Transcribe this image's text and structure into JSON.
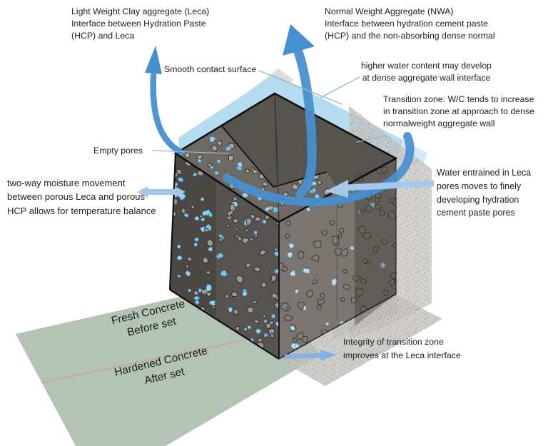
{
  "diagram": {
    "title": "Leca lightweight aggregate concrete interface diagram",
    "labels": {
      "leca_interface": "Light Weight Clay aggregate (Leca)\nInterface between Hydration Paste\n(HCP) and Leca",
      "nwa_interface": "Normal Weight Aggregate (NWA)\nInterface between hydration cement paste\n(HCP) and the non-absorbing dense normal",
      "smooth_contact": "Smooth contact surface",
      "higher_water": "higher water content may develop\nat dense aggregate wall interface",
      "transition_zone": "Transition zone: W/C tends to increase\nin transition zone at approach to dense\nnormalweight aggregate wall",
      "empty_pores": "Empty pores",
      "two_way_moisture": "two-way moisture movement\nbetween porous Leca and porous\nHCP allows for temperature balance",
      "water_entrained": "Water entrained in Leca\npores  moves to finely\ndeveloping hydration\ncement paste pores",
      "integrity": "Integrity of transition zone\nimproves at the Leca interface",
      "fresh_concrete": "Fresh Concrete\nBefore set",
      "hardened_concrete": "Hardened Concrete\nAfter set"
    },
    "colors": {
      "accent_blue": "#4690d0",
      "light_blue": "#a4c9ec",
      "soft_blue": "#82b2e6",
      "band_blue": "#b5dcf1",
      "pore_blue": "#7cc4ea",
      "pore_blue_light": "#9ad4f0",
      "pore_blue_stroke": "#3d90c0",
      "plane_green": "#b3c3b4",
      "plane_divider": "#c9a39b",
      "cube_top": "#56544e",
      "cube_band_bg": "#6e6a63",
      "cube_left_bg": "#565350",
      "cube_right_bg": "#7b7571",
      "pebble_gray": "#9b9894",
      "pebble_stroke": "#2e2c2a",
      "right_pebble": "#827c76",
      "right_pebble_stroke": "#393531",
      "right_pore_blue": "#b9dcee",
      "ghost_gray": "#c3c0bd",
      "ghost_dark": "#8e8a86",
      "outline": "#101010",
      "pointer_line": "#9db4c6",
      "text": "#222222"
    }
  }
}
